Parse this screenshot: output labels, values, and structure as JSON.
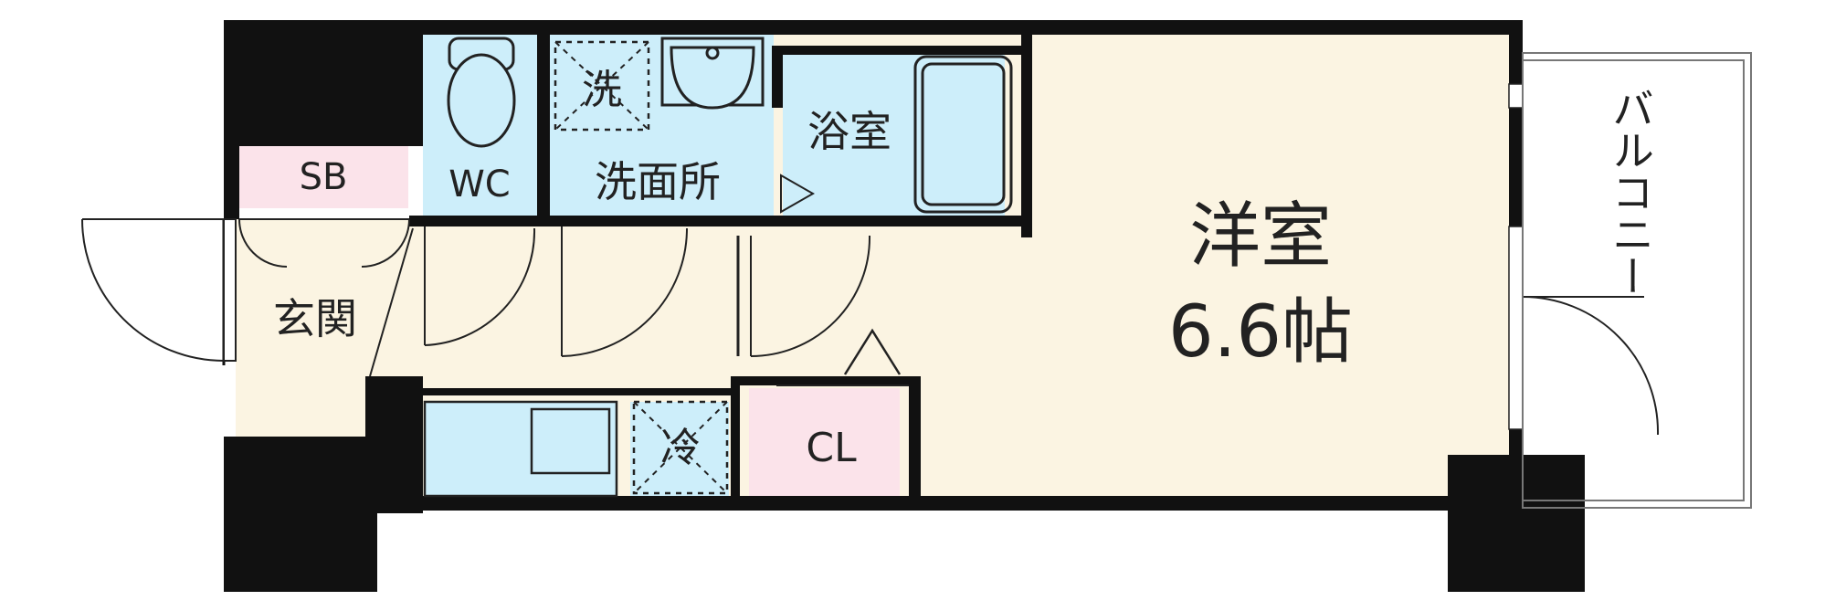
{
  "colors": {
    "wall": "#111111",
    "living": "#fbf4e2",
    "wet": "#cdeefa",
    "storage": "#fbe3ea",
    "line": "#222222",
    "balcony_line": "#888888"
  },
  "rooms": {
    "sb": "SB",
    "wc": "WC",
    "washer": "洗",
    "washroom": "洗面所",
    "bath": "浴室",
    "entrance": "玄関",
    "fridge": "冷",
    "closet": "CL",
    "western_room_name": "洋室",
    "western_room_size": "6.6帖",
    "balcony": "バルコニー"
  }
}
